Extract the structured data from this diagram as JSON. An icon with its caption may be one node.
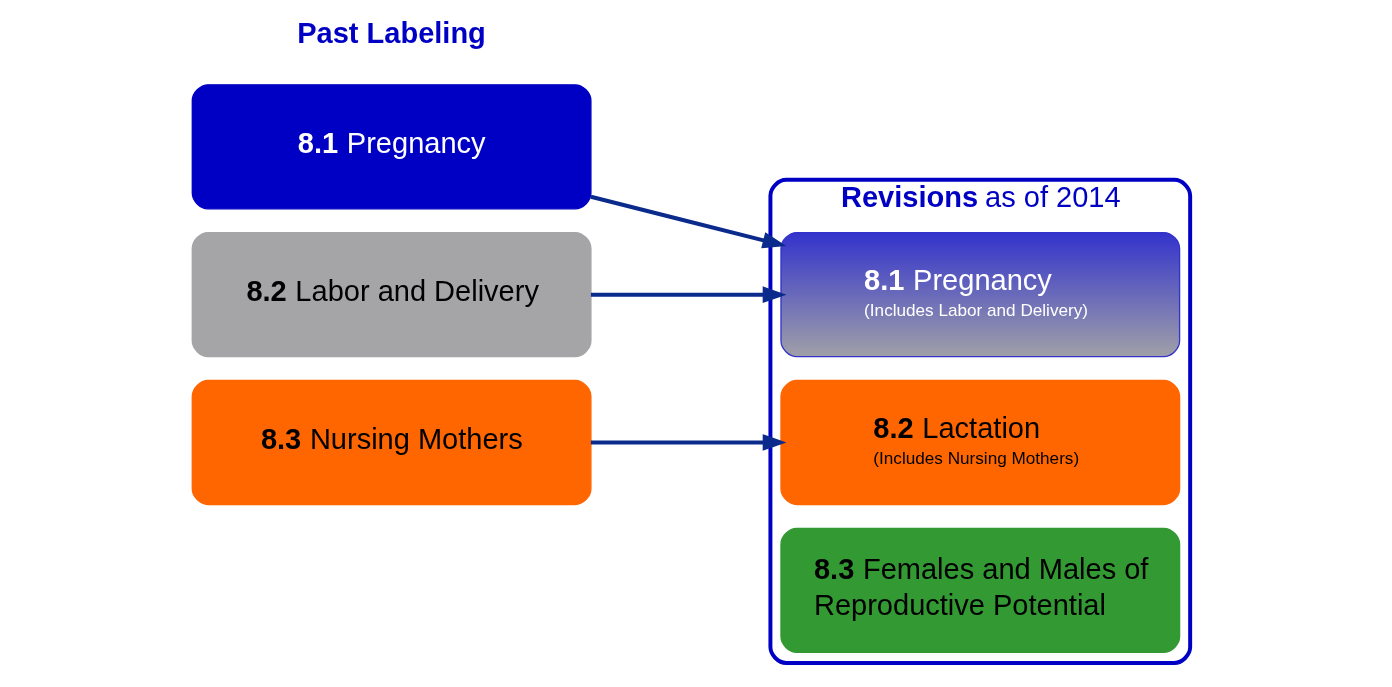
{
  "diagram": {
    "nodes": [
      {
        "text": [
          "**8.1** Pregnancy"
        ]
      },
      {
        "text": [
          "**8.2** Labor and Delivery"
        ]
      },
      {
        "text": [
          "**8.3** Nursing Mothers"
        ]
      },
      {
        "text": [
          "**Revisions** as of 2014"
        ]
      },
      {
        "text": [
          "**8.1** Pregnancy",
          "(Includes Labor and Delivery)"
        ],
        "in": 3
      },
      {
        "text": [
          "**8.2** Lactation",
          "(Includes Nursing Mothers)"
        ],
        "in": 3
      },
      {
        "text": [
          "**8.3** Females and Males of Reproductive Potential"
        ],
        "in": 3
      }
    ],
    "edges": [
      {
        "from": 0,
        "to": 4,
        "arrow": "to"
      },
      {
        "from": 1,
        "to": 4,
        "arrow": "to"
      },
      {
        "from": 2,
        "to": 5,
        "arrow": "to"
      }
    ],
    "labels": [
      "Past Labeling"
    ]
  }
}
